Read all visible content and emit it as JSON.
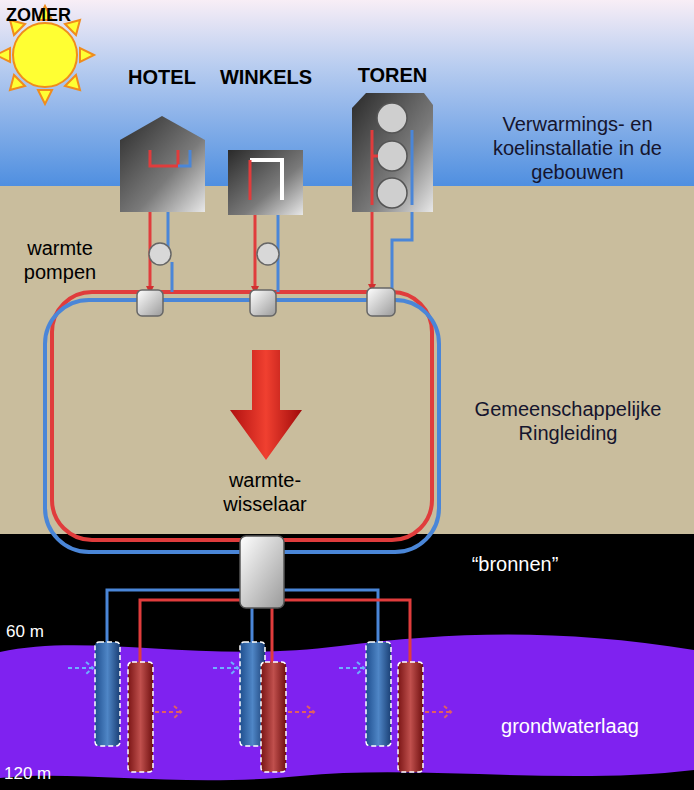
{
  "diagram": {
    "title": "ZOMER",
    "nodes": [
      {
        "text": [
          "HOTEL"
        ]
      },
      {
        "text": [
          "WINKELS"
        ]
      },
      {
        "text": [
          "TOREN"
        ]
      }
    ],
    "labels": [
      "Verwarmings- en koelinstallatie in de gebouwen",
      "warmte pompen",
      "Gemeenschappelijke Ringleiding",
      "warmte- wisselaar",
      "“bronnen”",
      "60 m",
      "grondwaterlaag",
      "120 m"
    ]
  }
}
